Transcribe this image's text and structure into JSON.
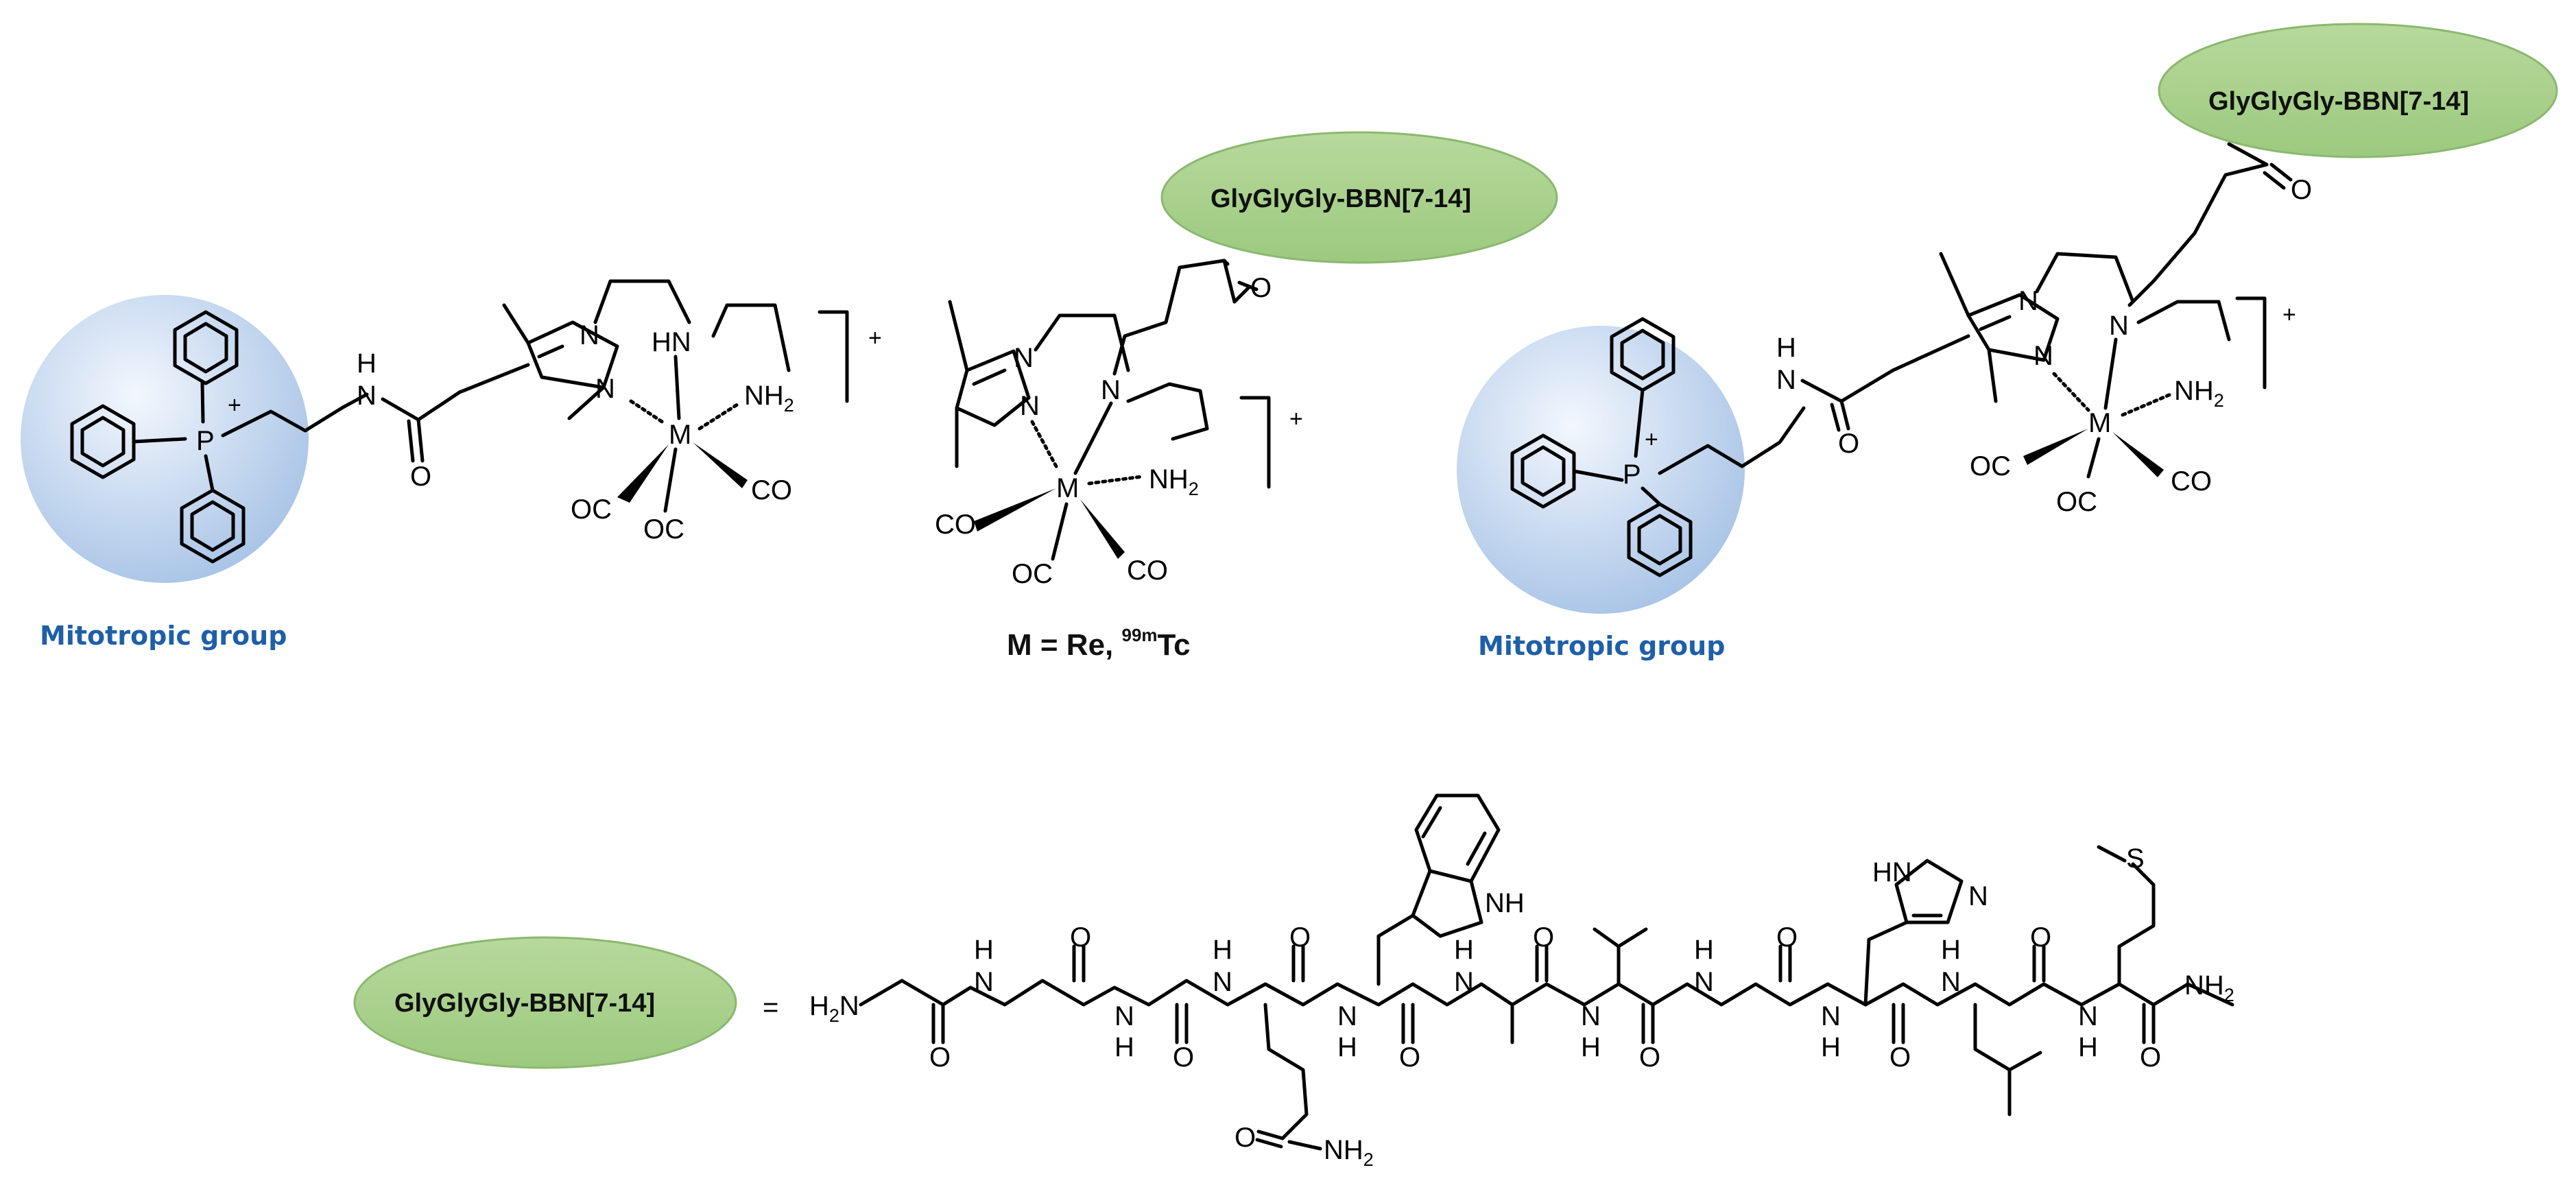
{
  "labels": {
    "mitotropic_group": "Mitotropic group",
    "peptide": "GlyGlyGly-BBN[7-14]",
    "metal_caption_prefix": "M = Re, ",
    "metal_caption_iso": "99m",
    "metal_caption_el": "Tc",
    "equals": "="
  },
  "atoms": {
    "P": "P",
    "plus": "+",
    "N": "N",
    "H": "H",
    "HN": "HN",
    "NH": "NH",
    "NH2": "NH",
    "two": "2",
    "O": "O",
    "M": "M",
    "CO": "CO",
    "OC": "OC",
    "S": "S",
    "H2N": "H",
    "N2": "N"
  },
  "colors": {
    "mito_fill_center": "#eef3fb",
    "mito_fill_edge": "#9fbde2",
    "peptide_fill": "#a9d08e",
    "peptide_edge": "#86b36b",
    "mito_text": "#1f5fa8"
  }
}
